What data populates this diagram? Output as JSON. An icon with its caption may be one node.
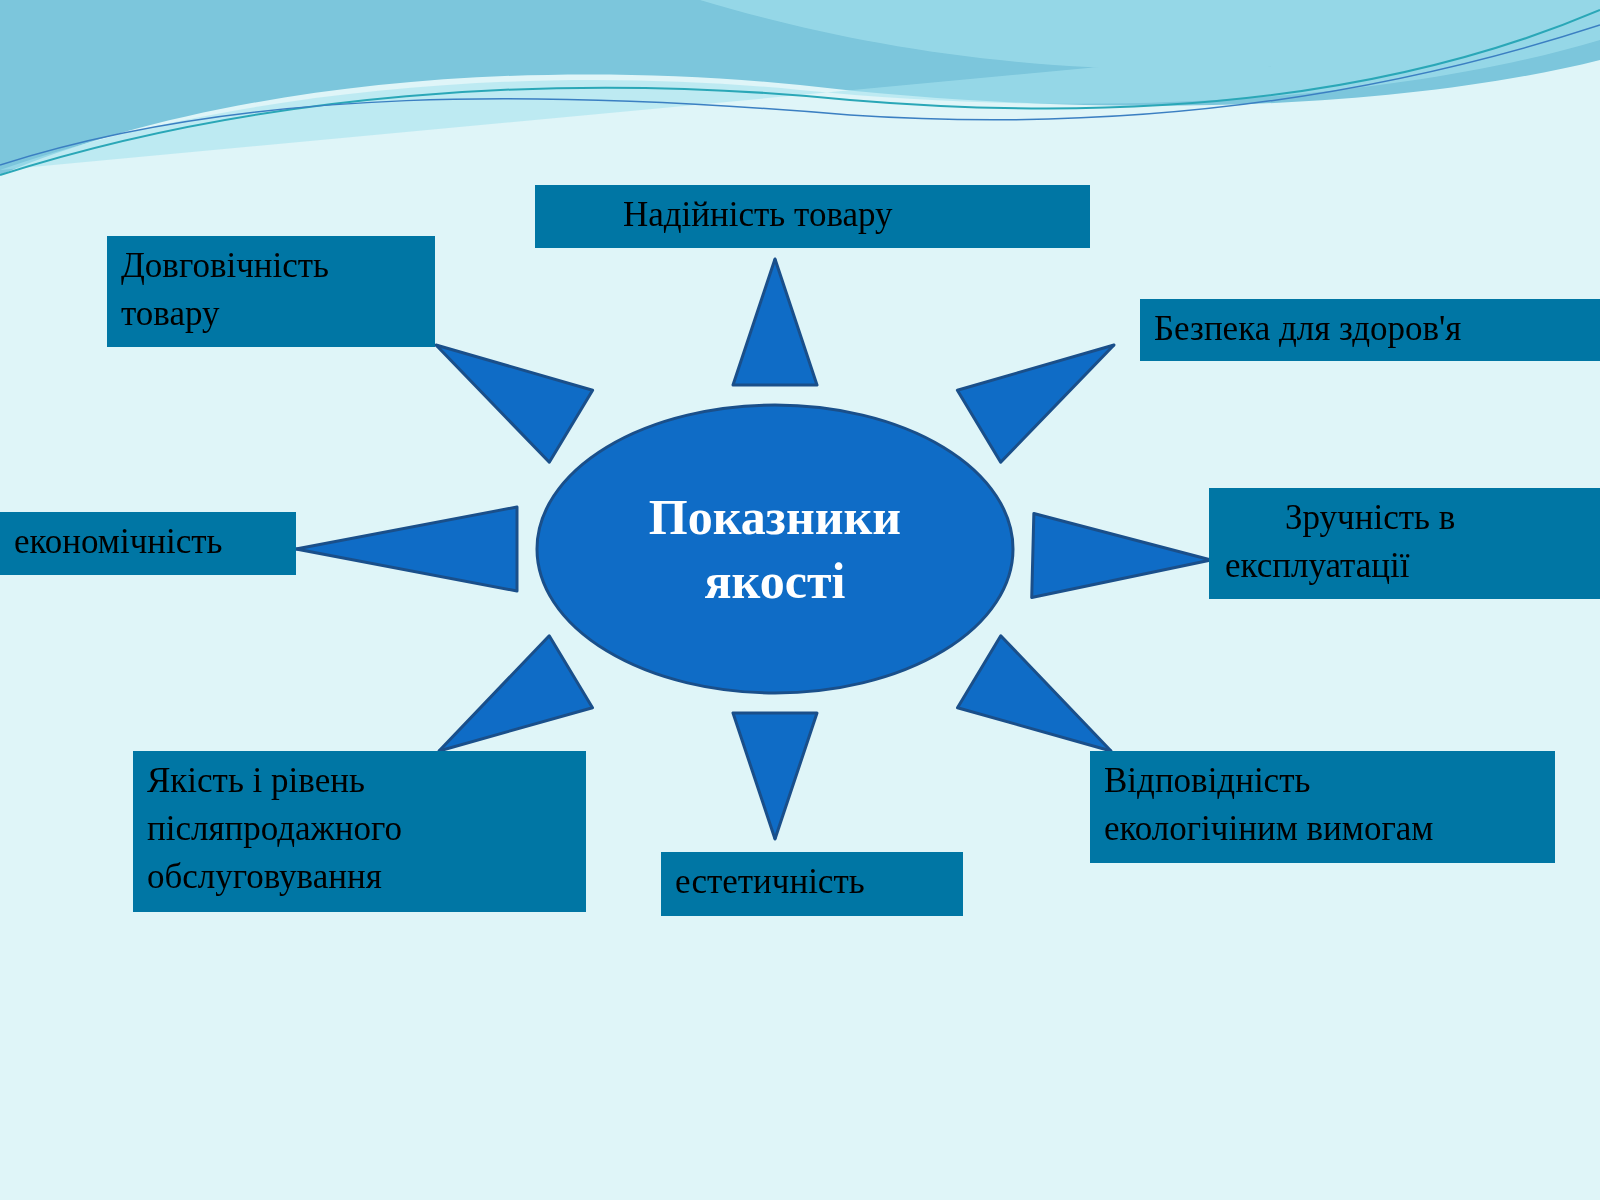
{
  "diagram": {
    "nodes": [
      {
        "text": [
          "Надійність товару"
        ]
      },
      {
        "text": [
          "Довговічність товару"
        ]
      },
      {
        "text": [
          "Безпека для здоров'я"
        ]
      },
      {
        "text": [
          "економічність"
        ]
      },
      {
        "text": [
          "Показники якості"
        ]
      },
      {
        "text": [
          "Зручність в експлуатації"
        ]
      },
      {
        "text": [
          "Якість і рівень післяпродажного обслуговування"
        ]
      },
      {
        "text": [
          "Відповідність екологічіним вимогам"
        ]
      },
      {
        "text": [
          "естетичність"
        ]
      }
    ],
    "edges": [
      {
        "from": 4,
        "to": 0,
        "arrow": "to"
      },
      {
        "from": 4,
        "to": 1,
        "arrow": "to"
      },
      {
        "from": 4,
        "to": 2,
        "arrow": "to"
      },
      {
        "from": 4,
        "to": 3,
        "arrow": "to"
      },
      {
        "from": 4,
        "to": 5,
        "arrow": "to"
      },
      {
        "from": 4,
        "to": 6,
        "arrow": "to"
      },
      {
        "from": 4,
        "to": 8,
        "arrow": "to"
      },
      {
        "from": 4,
        "to": 7,
        "arrow": "to"
      }
    ]
  }
}
